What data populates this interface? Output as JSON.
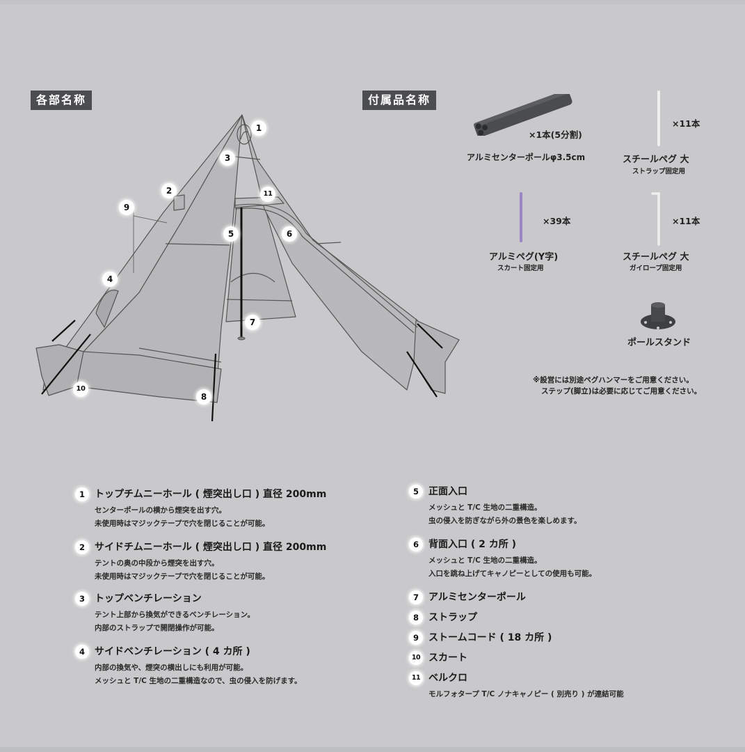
{
  "sections": {
    "parts_label": "各部名称",
    "accessories_label": "付属品名称"
  },
  "diagram": {
    "callouts": [
      "1",
      "2",
      "3",
      "4",
      "5",
      "6",
      "7",
      "8",
      "9",
      "10",
      "11"
    ]
  },
  "accessories": [
    {
      "name": "アルミセンターポールφ3.5cm",
      "qty": "×1本(5分割)",
      "sub": "",
      "icon": "center-pole-icon",
      "color": "#4a4c4e"
    },
    {
      "name": "スチールペグ 大",
      "qty": "×11本",
      "sub": "ストラップ固定用",
      "icon": "steel-peg-icon",
      "color": "#eeeeee"
    },
    {
      "name": "アルミペグ(Y字)",
      "qty": "×39本",
      "sub": "スカート固定用",
      "icon": "aluminum-peg-icon",
      "color": "#9b85c4"
    },
    {
      "name": "スチールペグ 大",
      "qty": "×11本",
      "sub": "ガイロープ固定用",
      "icon": "steel-hook-peg-icon",
      "color": "#eeeeee"
    },
    {
      "name": "ポールスタンド",
      "qty": "",
      "sub": "",
      "icon": "pole-stand-icon",
      "color": "#3d3f41"
    }
  ],
  "notes": [
    "※設営には別途ペグハンマーをご用意ください。",
    "ステップ(脚立)は必要に応じてご用意ください。"
  ],
  "legend": [
    {
      "num": "1",
      "title": "トップチムニーホール ( 煙突出し口 ) 直径 200mm",
      "desc": [
        "センターポールの横から煙突を出す穴。",
        "未使用時はマジックテープで穴を閉じることが可能。"
      ]
    },
    {
      "num": "2",
      "title": "サイドチムニーホール ( 煙突出し口 ) 直径 200mm",
      "desc": [
        "テントの奥の中段から煙突を出す穴。",
        "未使用時はマジックテープで穴を閉じることが可能。"
      ]
    },
    {
      "num": "3",
      "title": "トップベンチレーション",
      "desc": [
        "テント上部から換気ができるベンチレーション。",
        "内部のストラップで開閉操作が可能。"
      ]
    },
    {
      "num": "4",
      "title": "サイドベンチレーション ( 4 カ所 )",
      "desc": [
        "内部の換気や、煙突の横出しにも利用が可能。",
        "メッシュと T/C 生地の二重構造なので、虫の侵入を防げます。"
      ]
    },
    {
      "num": "5",
      "title": "正面入口",
      "desc": [
        "メッシュと T/C 生地の二重構造。",
        "虫の侵入を防ぎながら外の景色を楽しめます。"
      ]
    },
    {
      "num": "6",
      "title": "背面入口 ( 2 カ所 )",
      "desc": [
        "メッシュと T/C 生地の二重構造。",
        "入口を跳ね上げてキャノピーとしての使用も可能。"
      ]
    },
    {
      "num": "7",
      "title": "アルミセンターポール",
      "desc": []
    },
    {
      "num": "8",
      "title": "ストラップ",
      "desc": []
    },
    {
      "num": "9",
      "title": "ストームコード ( 18 カ所 )",
      "desc": []
    },
    {
      "num": "10",
      "title": "スカート",
      "desc": []
    },
    {
      "num": "11",
      "title": "ベルクロ",
      "desc": [
        "モルフォタープ T/C ノナキャノピー ( 別売り ) が連結可能"
      ]
    }
  ]
}
